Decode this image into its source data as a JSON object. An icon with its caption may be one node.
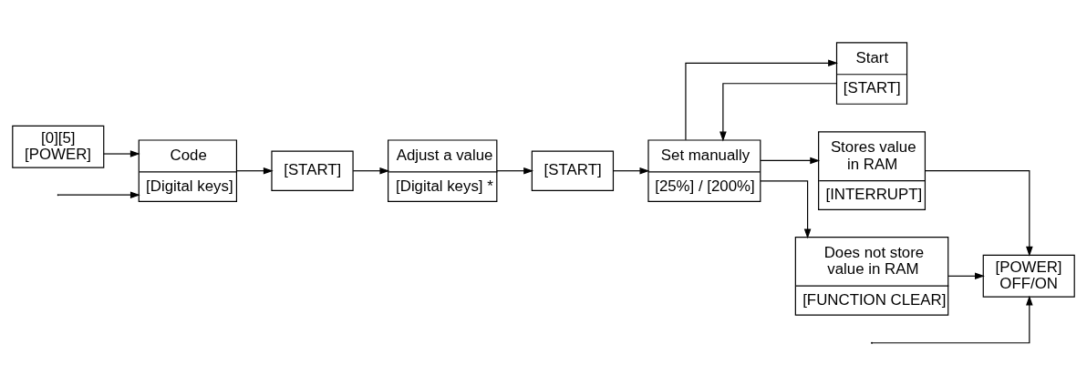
{
  "diagram": {
    "nodes": [
      {
        "text": [
          "[0][5]",
          "[POWER]"
        ]
      },
      {
        "text": [
          "Code",
          "[Digital keys]"
        ]
      },
      {
        "text": [
          "[START]"
        ]
      },
      {
        "text": [
          "Adjust a value",
          "[Digital keys] *"
        ]
      },
      {
        "text": [
          "[START]"
        ]
      },
      {
        "text": [
          "Set manually",
          "[25%] / [200%]"
        ]
      },
      {
        "text": [
          "Start",
          "[START]"
        ]
      },
      {
        "text": [
          "Stores value in RAM",
          "[INTERRUPT]"
        ]
      },
      {
        "text": [
          "Does not store value in RAM",
          "[FUNCTION CLEAR]"
        ]
      },
      {
        "text": [
          "[POWER] OFF/ON"
        ]
      }
    ],
    "edges": [
      {
        "from": 0,
        "to": 1,
        "arrow": "to"
      },
      {
        "from": null,
        "to": 1,
        "arrow": "to"
      },
      {
        "from": 1,
        "to": 2,
        "arrow": "to"
      },
      {
        "from": 2,
        "to": 3,
        "arrow": "to"
      },
      {
        "from": 3,
        "to": 4,
        "arrow": "to"
      },
      {
        "from": 4,
        "to": 5,
        "arrow": "to"
      },
      {
        "from": 5,
        "to": 6,
        "arrow": "to"
      },
      {
        "from": 6,
        "to": 5,
        "arrow": "to"
      },
      {
        "from": 5,
        "to": 7,
        "arrow": "to"
      },
      {
        "from": 5,
        "to": 8,
        "arrow": "to"
      },
      {
        "from": 7,
        "to": 9,
        "arrow": "to"
      },
      {
        "from": 8,
        "to": 9,
        "arrow": "to"
      },
      {
        "from": null,
        "to": 9,
        "arrow": "to"
      }
    ]
  }
}
